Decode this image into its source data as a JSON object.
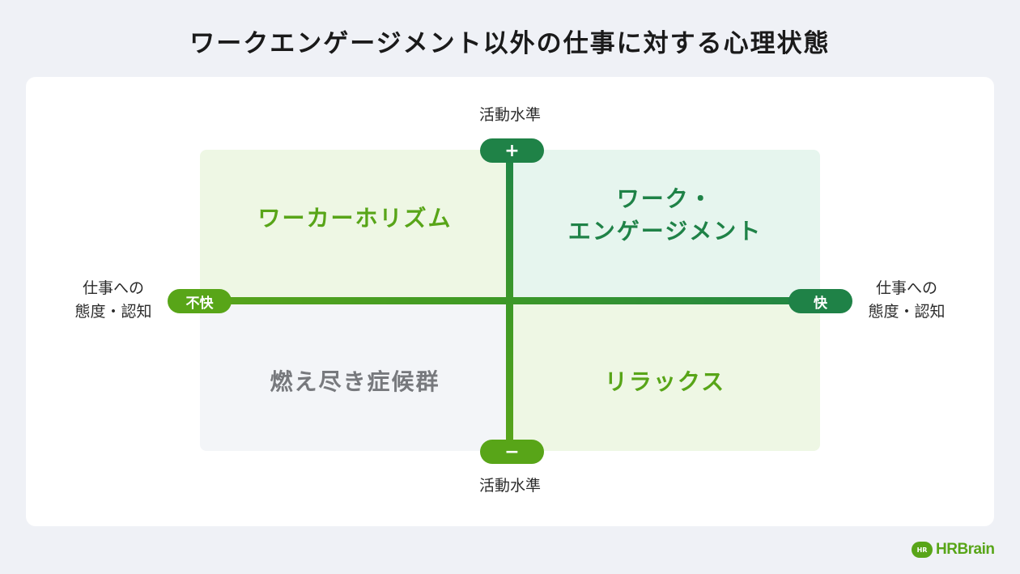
{
  "title": "ワークエンゲージメント以外の仕事に対する心理状態",
  "colors": {
    "light_green": "#58a518",
    "dark_green": "#1f8247",
    "gray_text": "#77797d",
    "background": "#eff1f6"
  },
  "axes": {
    "vertical": {
      "top_label": "活動水準",
      "bottom_label": "活動水準",
      "top_marker": "+",
      "bottom_marker": "−"
    },
    "horizontal": {
      "left_label_line1": "仕事への",
      "left_label_line2": "態度・認知",
      "right_label_line1": "仕事への",
      "right_label_line2": "態度・認知",
      "left_marker": "不快",
      "right_marker": "快"
    }
  },
  "quadrants": {
    "top_left": "ワーカーホリズム",
    "top_right_line1": "ワーク・",
    "top_right_line2": "エンゲージメント",
    "bottom_left": "燃え尽き症候群",
    "bottom_right": "リラックス"
  },
  "logo": {
    "mark": "HR",
    "text": "HRBrain"
  }
}
